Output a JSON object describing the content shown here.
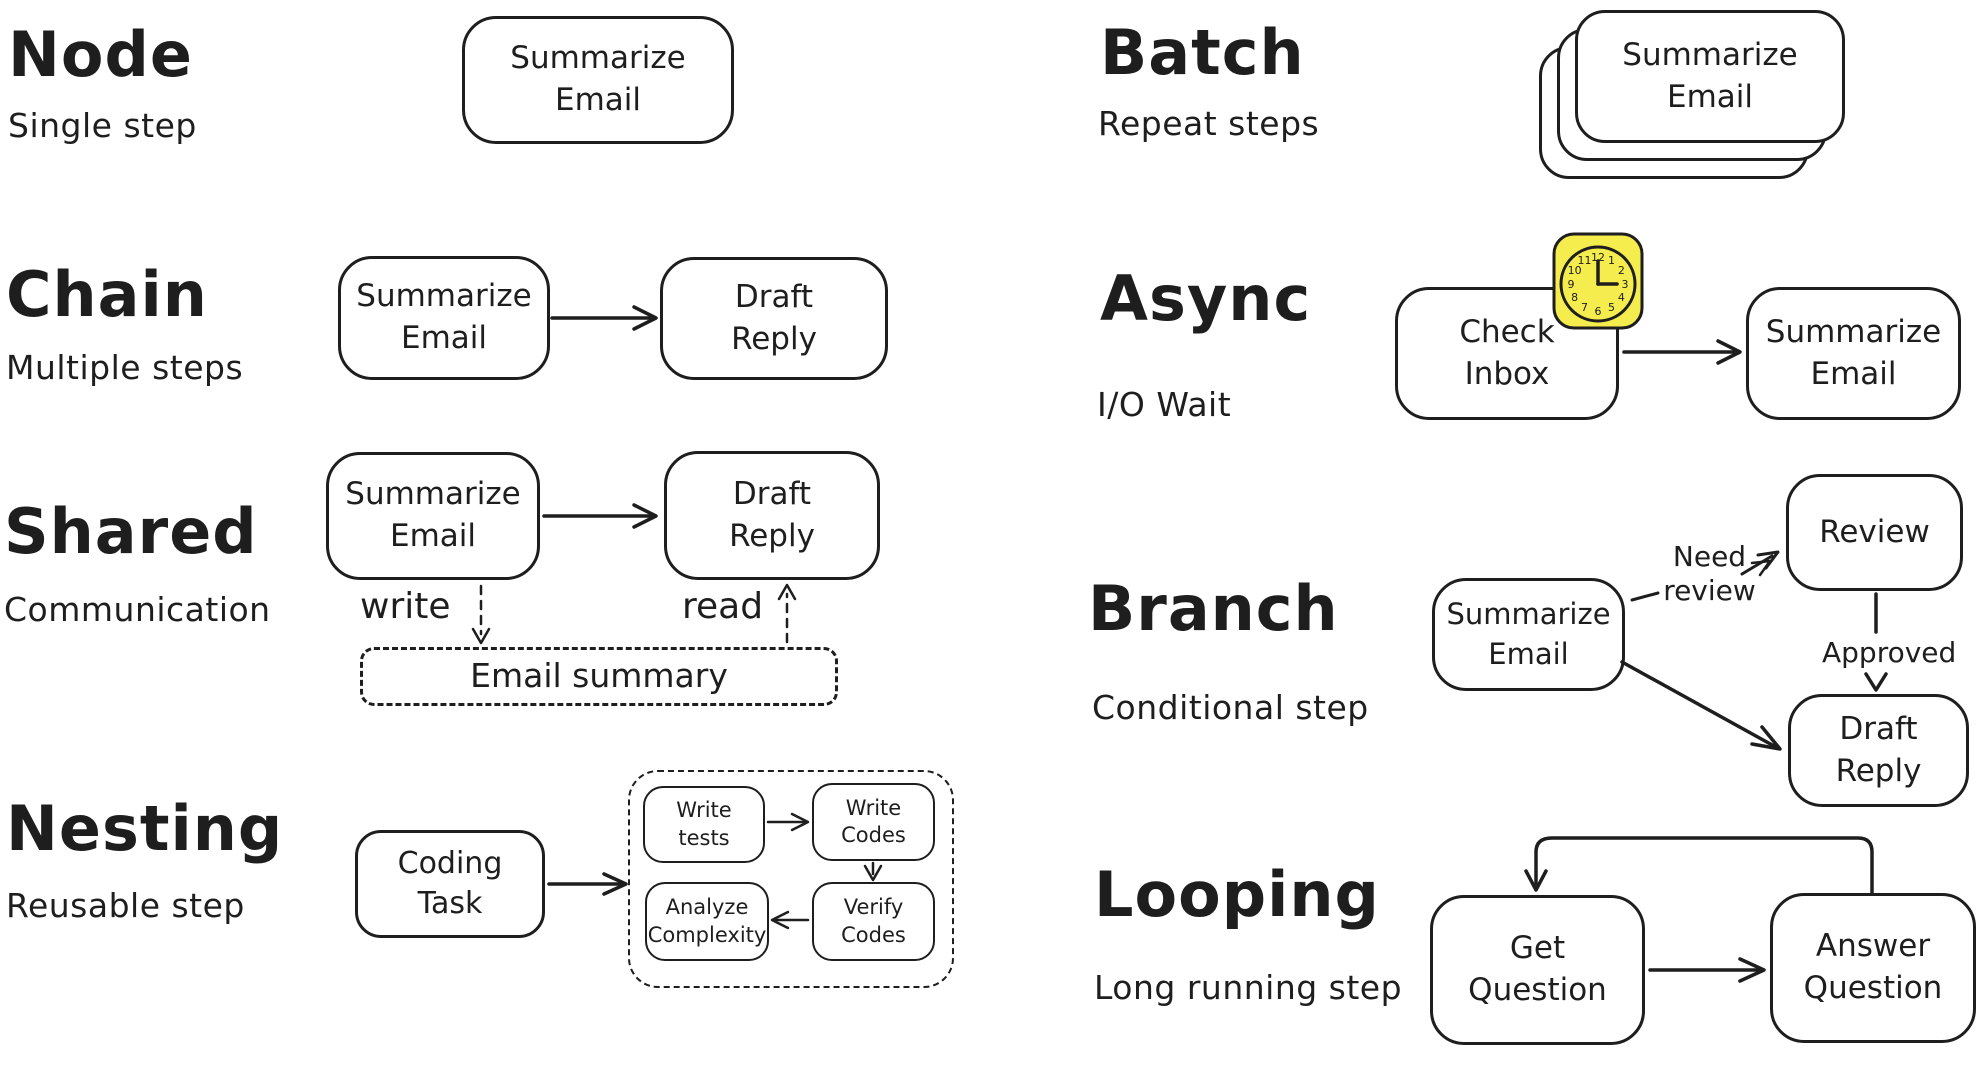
{
  "colors": {
    "ink": "#1e1e1e",
    "clock_yellow": "#f5ec4e",
    "background": "#ffffff"
  },
  "sections": {
    "node": {
      "title": "Node",
      "subtitle": "Single step",
      "box_label": "Summarize\nEmail"
    },
    "chain": {
      "title": "Chain",
      "subtitle": "Multiple steps",
      "box1_label": "Summarize\nEmail",
      "box2_label": "Draft\nReply"
    },
    "shared": {
      "title": "Shared",
      "subtitle": "Communication",
      "box1_label": "Summarize\nEmail",
      "box2_label": "Draft\nReply",
      "write_label": "write",
      "read_label": "read",
      "store_label": "Email summary"
    },
    "nesting": {
      "title": "Nesting",
      "subtitle": "Reusable step",
      "box_label": "Coding\nTask",
      "write_tests": "Write\ntests",
      "write_codes": "Write\nCodes",
      "verify_codes": "Verify\nCodes",
      "analyze_complexity": "Analyze\nComplexity"
    },
    "batch": {
      "title": "Batch",
      "subtitle": "Repeat steps",
      "card_label": "Summarize\nEmail"
    },
    "async": {
      "title": "Async",
      "subtitle": "I/O Wait",
      "box1_label": "Check\nInbox",
      "box2_label": "Summarize\nEmail",
      "clock": [
        "12",
        "1",
        "2",
        "3",
        "4",
        "5",
        "6",
        "7",
        "8",
        "9",
        "10",
        "11"
      ]
    },
    "branch": {
      "title": "Branch",
      "subtitle": "Conditional step",
      "source_label": "Summarize\nEmail",
      "review_label": "Review",
      "target_label": "Draft\nReply",
      "edge1_label": "Need\nreview",
      "edge2_label": "Approved"
    },
    "looping": {
      "title": "Looping",
      "subtitle": "Long running step",
      "box1_label": "Get\nQuestion",
      "box2_label": "Answer\nQuestion"
    }
  }
}
